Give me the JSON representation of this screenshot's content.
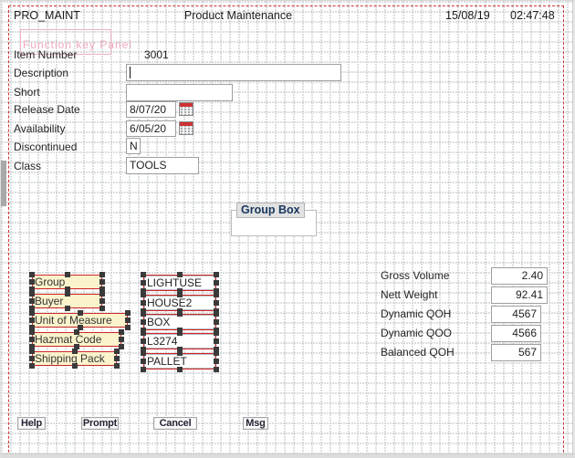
{
  "window": {
    "program_name": "PRO_MAINT",
    "screen_title": "Product Maintenance",
    "date": "15/08/19",
    "time": "02:47:48"
  },
  "function_key_panel": {
    "label": "Function key Panel"
  },
  "form": {
    "item_number": {
      "label": "Item Number",
      "value": "3001"
    },
    "description": {
      "label": "Description",
      "value": ""
    },
    "short": {
      "label": "Short",
      "value": ""
    },
    "release_date": {
      "label": "Release Date",
      "value": "8/07/20"
    },
    "availability": {
      "label": "Availability",
      "value": "6/05/20"
    },
    "discontinued": {
      "label": "Discontinued",
      "value": "N"
    },
    "class": {
      "label": "Class",
      "value": "TOOLS"
    }
  },
  "group_box": {
    "title": "Group Box"
  },
  "selected_fields": {
    "labels": [
      {
        "text": "Group"
      },
      {
        "text": "Buyer"
      },
      {
        "text": "Unit of Measure"
      },
      {
        "text": "Hazmat Code"
      },
      {
        "text": "Shipping Pack"
      }
    ],
    "inputs": [
      {
        "value": "LIGHTUSE"
      },
      {
        "value": "HOUSE2"
      },
      {
        "value": "BOX"
      },
      {
        "value": "L3274"
      },
      {
        "value": "PALLET"
      }
    ]
  },
  "metrics": [
    {
      "label": "Gross Volume",
      "value": "2.40"
    },
    {
      "label": "Nett Weight",
      "value": "92.41"
    },
    {
      "label": "Dynamic QOH",
      "value": "4567"
    },
    {
      "label": "Dynamic QOO",
      "value": "4566"
    },
    {
      "label": "Balanced QOH",
      "value": "567"
    }
  ],
  "buttons": [
    {
      "label": "Help"
    },
    {
      "label": "Prompt"
    },
    {
      "label": "Cancel"
    },
    {
      "label": "Msg"
    }
  ],
  "icons": {
    "calendar": "calendar-icon"
  },
  "colors": {
    "selection_red": "#cc2626",
    "selected_label_bg": "#fbf3cc",
    "panel_pink": "#eeaabb",
    "calendar_red": "#cc3333",
    "group_title_navy": "#17375d"
  }
}
